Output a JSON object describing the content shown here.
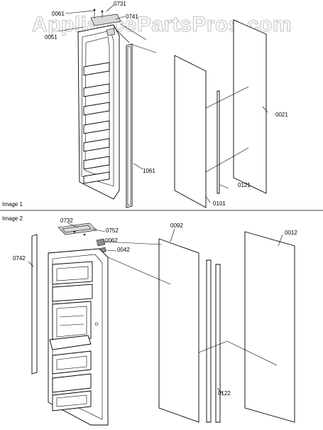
{
  "watermark": "AppliancePartsPros.com",
  "sections": [
    {
      "title": "Image 1",
      "labels": [
        "0061",
        "0731",
        "0741",
        "0051",
        "0021",
        "1061",
        "0121",
        "0101"
      ]
    },
    {
      "title": "Image 2",
      "labels": [
        "0732",
        "0752",
        "0062",
        "0042",
        "0092",
        "0012",
        "0742",
        "0122"
      ]
    }
  ]
}
